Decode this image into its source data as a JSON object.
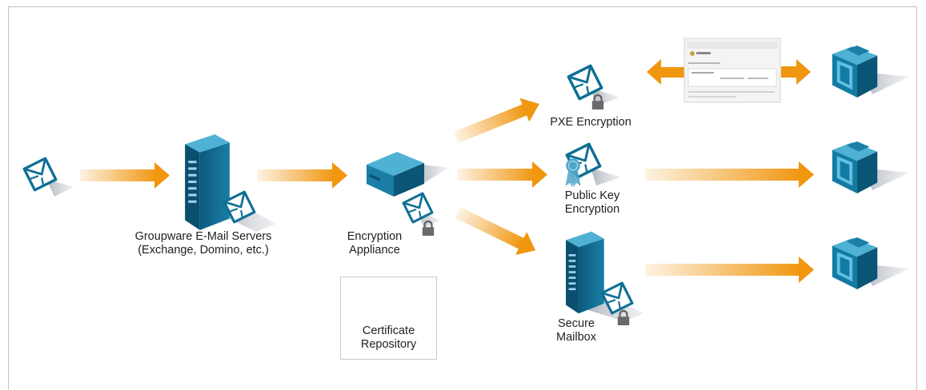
{
  "labels": {
    "groupware_line1": "Groupware E-Mail Servers",
    "groupware_line2": "(Exchange, Domino, etc.)",
    "appliance_line1": "Encryption",
    "appliance_line2": "Appliance",
    "pxe": "PXE Encryption",
    "pubkey_line1": "Public Key",
    "pubkey_line2": "Encryption",
    "mailbox_line1": "Secure",
    "mailbox_line2": "Mailbox",
    "cert_line1": "Certificate",
    "cert_line2": "Repository"
  },
  "icons": {
    "envelope": "envelope-icon",
    "server": "server-icon",
    "appliance": "appliance-icon",
    "lock": "lock-icon",
    "ribbon": "award-ribbon-icon",
    "recipient": "recipient-box-icon",
    "screenshot": "web-portal-screenshot"
  },
  "colors": {
    "arrow": "#f0960f",
    "teal_dark": "#0e5f84",
    "teal": "#1f8bb4",
    "teal_light": "#4fb1d4",
    "ribbon_blue": "#4fa6c9",
    "ribbon_orange": "#f2a33a",
    "ribbon_teal": "#127fa4",
    "lock": "#6a6a6a",
    "shadow": "#c9ccd3"
  }
}
